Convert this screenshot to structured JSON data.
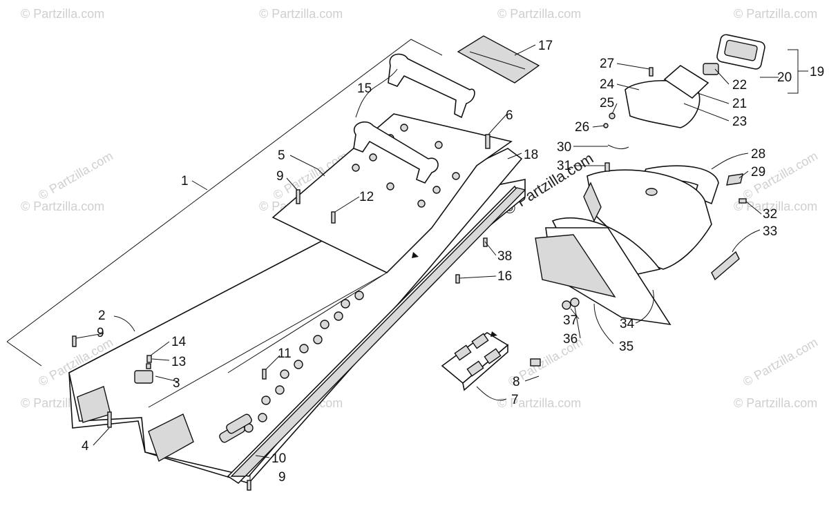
{
  "watermark": {
    "text": "© Partzilla.com",
    "center_text": "© Partzilla.com"
  },
  "callouts": [
    {
      "id": "c1",
      "label": "1"
    },
    {
      "id": "c2",
      "label": "2"
    },
    {
      "id": "c3",
      "label": "3"
    },
    {
      "id": "c4",
      "label": "4"
    },
    {
      "id": "c5",
      "label": "5"
    },
    {
      "id": "c6",
      "label": "6"
    },
    {
      "id": "c7",
      "label": "7"
    },
    {
      "id": "c8",
      "label": "8"
    },
    {
      "id": "c9a",
      "label": "9"
    },
    {
      "id": "c9b",
      "label": "9"
    },
    {
      "id": "c9c",
      "label": "9"
    },
    {
      "id": "c10",
      "label": "10"
    },
    {
      "id": "c11",
      "label": "11"
    },
    {
      "id": "c12",
      "label": "12"
    },
    {
      "id": "c13",
      "label": "13"
    },
    {
      "id": "c14",
      "label": "14"
    },
    {
      "id": "c15",
      "label": "15"
    },
    {
      "id": "c16",
      "label": "16"
    },
    {
      "id": "c17",
      "label": "17"
    },
    {
      "id": "c18",
      "label": "18"
    },
    {
      "id": "c19",
      "label": "19"
    },
    {
      "id": "c20",
      "label": "20"
    },
    {
      "id": "c21",
      "label": "21"
    },
    {
      "id": "c22",
      "label": "22"
    },
    {
      "id": "c23",
      "label": "23"
    },
    {
      "id": "c24",
      "label": "24"
    },
    {
      "id": "c25",
      "label": "25"
    },
    {
      "id": "c26",
      "label": "26"
    },
    {
      "id": "c27",
      "label": "27"
    },
    {
      "id": "c28",
      "label": "28"
    },
    {
      "id": "c29",
      "label": "29"
    },
    {
      "id": "c30",
      "label": "30"
    },
    {
      "id": "c31",
      "label": "31"
    },
    {
      "id": "c32",
      "label": "32"
    },
    {
      "id": "c33",
      "label": "33"
    },
    {
      "id": "c34",
      "label": "34"
    },
    {
      "id": "c35",
      "label": "35"
    },
    {
      "id": "c36",
      "label": "36"
    },
    {
      "id": "c37",
      "label": "37"
    },
    {
      "id": "c38",
      "label": "38"
    }
  ]
}
